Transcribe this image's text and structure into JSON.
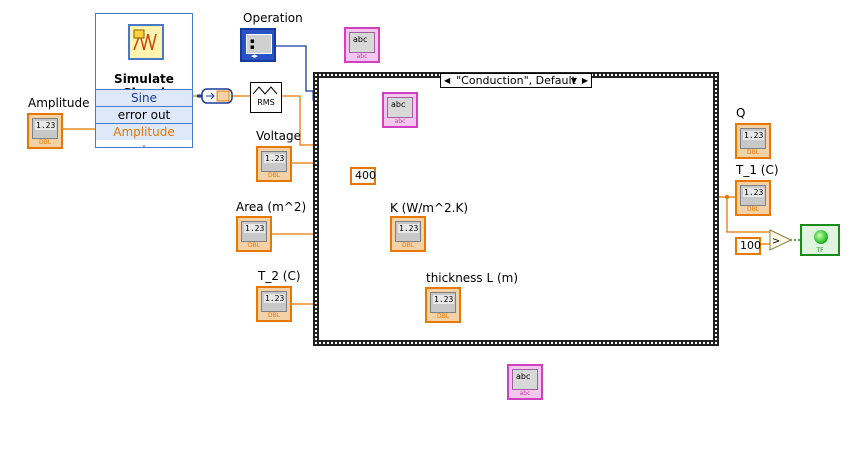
{
  "labels": {
    "operation": "Operation",
    "simulate_signal": "Simulate Signal",
    "amplitude": "Amplitude",
    "voltage": "Voltage",
    "area": "Area (m^2)",
    "t2": "T_2 (C)",
    "k": "K (W/m^2.K)",
    "thickness": "thickness L (m)",
    "q": "Q",
    "t1": "T_1 (C)"
  },
  "simulate_signal": {
    "rows": [
      "Sine",
      "error out",
      "Amplitude"
    ]
  },
  "case_selector": "\"Conduction\", Default",
  "constants": {
    "c400": "400",
    "c100": "100"
  },
  "numeric_display": "1.23",
  "type_tag": "DBL",
  "string_display": "abc",
  "string_tag": "abc",
  "bool_tag": "TF",
  "rms_label": "RMS",
  "colors": {
    "numeric_wire": "#e87800",
    "dynamic_wire": "#1a3a9a",
    "structure_border": "#222222"
  }
}
